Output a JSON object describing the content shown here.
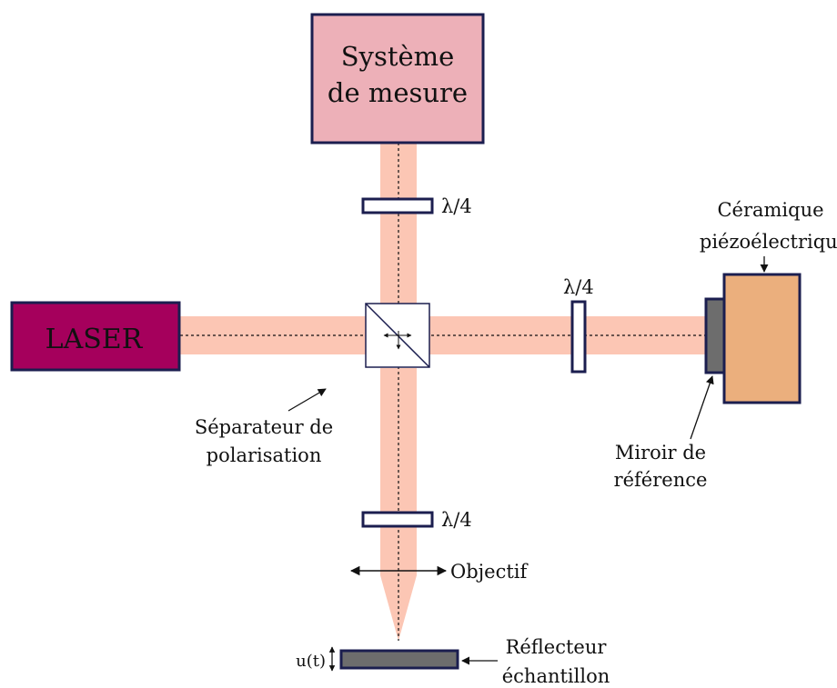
{
  "measurement_system": {
    "line1": "Système",
    "line2": "de mesure"
  },
  "laser": {
    "label": "LASER"
  },
  "waveplates": {
    "top": "λ/4",
    "right": "λ/4",
    "bottom": "λ/4"
  },
  "piezo": {
    "line1": "Céramique",
    "line2": "piézoélectrique"
  },
  "beam_splitter": {
    "line1": "Séparateur de",
    "line2": "polarisation"
  },
  "reference_mirror": {
    "line1": "Miroir de",
    "line2": "référence"
  },
  "objective": {
    "label": "Objectif"
  },
  "sample_reflector": {
    "line1": "Réflecteur",
    "line2": "échantillon",
    "displacement_label": "u(t)"
  },
  "colors": {
    "beam": "#fcc6b4",
    "measurement_fill": "#edb0b8",
    "laser_fill": "#a5005c",
    "piezo_fill": "#ebaf7d",
    "outline": "#1b1e4f",
    "mirror_fill": "#6d6d6d"
  }
}
